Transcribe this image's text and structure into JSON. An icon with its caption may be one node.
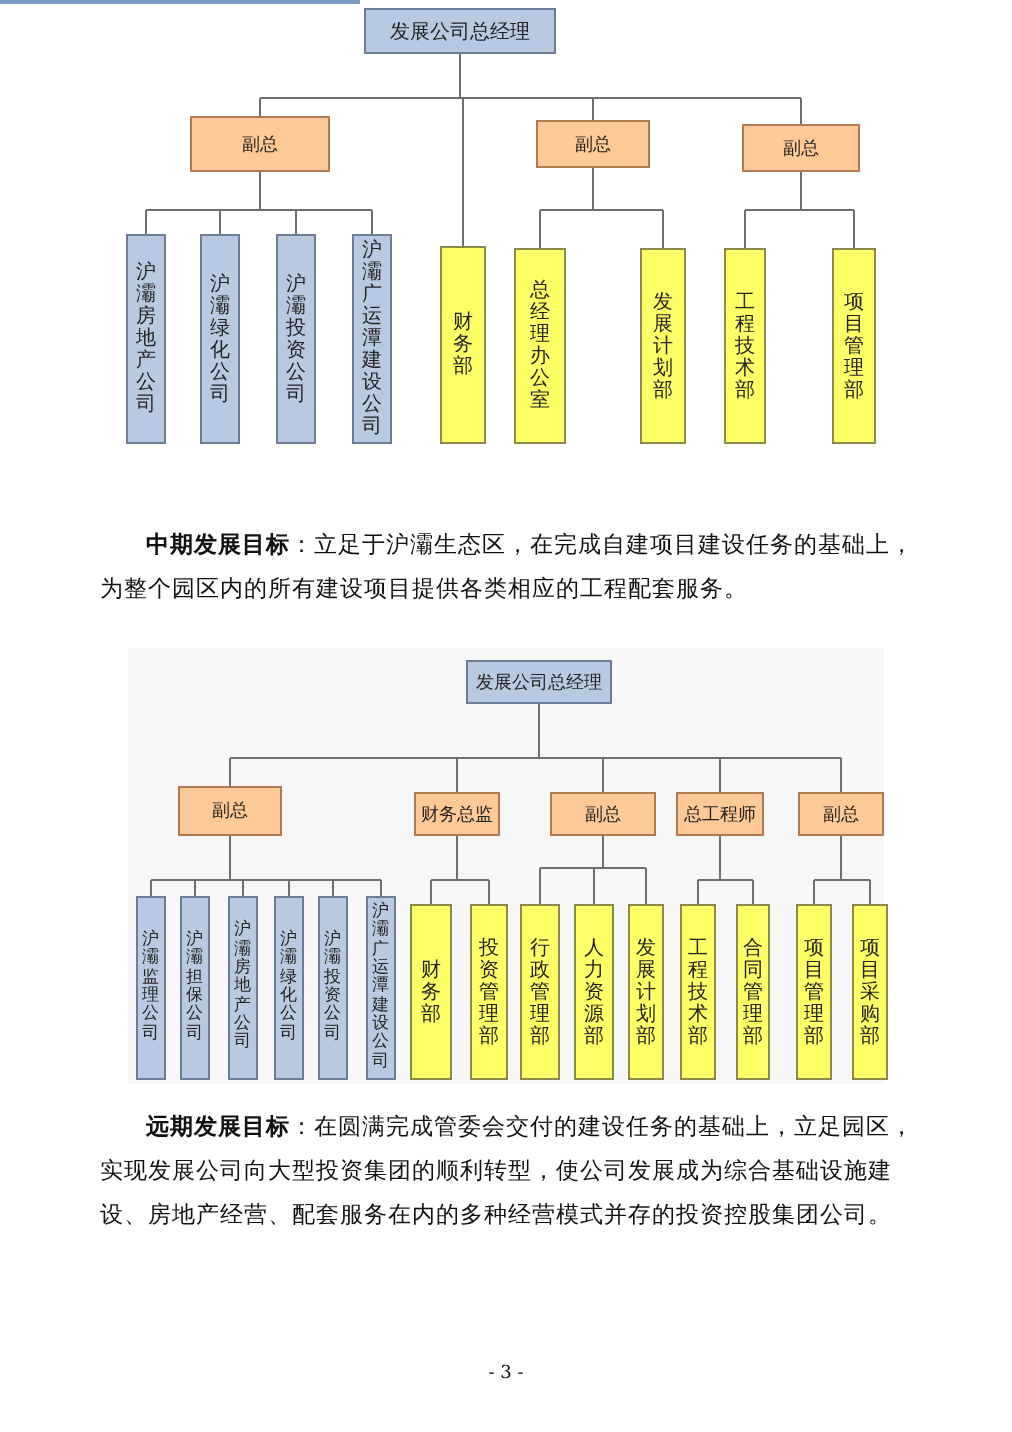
{
  "diagram": {
    "nodes": [
      {
        "text": [
          "发展公司总经理"
        ]
      },
      {
        "text": [
          "副总"
        ]
      },
      {
        "text": [
          "副总"
        ]
      },
      {
        "text": [
          "副总"
        ]
      },
      {
        "text": [
          "沪灞房地产公司"
        ]
      },
      {
        "text": [
          "沪灞绿化公司"
        ]
      },
      {
        "text": [
          "沪灞投资公司"
        ]
      },
      {
        "text": [
          "沪灞广运潭建设公司"
        ]
      },
      {
        "text": [
          "财务部"
        ]
      },
      {
        "text": [
          "总经理办公室"
        ]
      },
      {
        "text": [
          "发展计划部"
        ]
      },
      {
        "text": [
          "工程技术部"
        ]
      },
      {
        "text": [
          "项目管理部"
        ]
      },
      {
        "text": [
          "发展公司总经理"
        ]
      },
      {
        "text": [
          "副总"
        ]
      },
      {
        "text": [
          "财务总监"
        ]
      },
      {
        "text": [
          "副总"
        ]
      },
      {
        "text": [
          "总工程师"
        ]
      },
      {
        "text": [
          "副总"
        ]
      },
      {
        "text": [
          "沪灞监理公司"
        ]
      },
      {
        "text": [
          "沪灞担保公司"
        ]
      },
      {
        "text": [
          "沪灞房地产公司"
        ]
      },
      {
        "text": [
          "沪灞绿化公司"
        ]
      },
      {
        "text": [
          "沪灞投资公司"
        ]
      },
      {
        "text": [
          "沪灞广运潭建设公司"
        ]
      },
      {
        "text": [
          "财务部"
        ]
      },
      {
        "text": [
          "投资管理部"
        ]
      },
      {
        "text": [
          "行政管理部"
        ]
      },
      {
        "text": [
          "人力资源部"
        ]
      },
      {
        "text": [
          "发展计划部"
        ]
      },
      {
        "text": [
          "工程技术部"
        ]
      },
      {
        "text": [
          "合同管理部"
        ]
      },
      {
        "text": [
          "项目管理部"
        ]
      },
      {
        "text": [
          "项目采购部"
        ]
      }
    ],
    "edges": [
      {
        "from": 0,
        "to": 1,
        "arrow": "none"
      },
      {
        "from": 0,
        "to": 2,
        "arrow": "none"
      },
      {
        "from": 0,
        "to": 3,
        "arrow": "none"
      },
      {
        "from": 0,
        "to": 8,
        "arrow": "none"
      },
      {
        "from": 1,
        "to": 4,
        "arrow": "none"
      },
      {
        "from": 1,
        "to": 5,
        "arrow": "none"
      },
      {
        "from": 1,
        "to": 6,
        "arrow": "none"
      },
      {
        "from": 1,
        "to": 7,
        "arrow": "none"
      },
      {
        "from": 2,
        "to": 9,
        "arrow": "none"
      },
      {
        "from": 2,
        "to": 10,
        "arrow": "none"
      },
      {
        "from": 3,
        "to": 11,
        "arrow": "none"
      },
      {
        "from": 3,
        "to": 12,
        "arrow": "none"
      },
      {
        "from": 13,
        "to": 14,
        "arrow": "none"
      },
      {
        "from": 13,
        "to": 15,
        "arrow": "none"
      },
      {
        "from": 13,
        "to": 16,
        "arrow": "none"
      },
      {
        "from": 13,
        "to": 17,
        "arrow": "none"
      },
      {
        "from": 13,
        "to": 18,
        "arrow": "none"
      },
      {
        "from": 14,
        "to": 19,
        "arrow": "none"
      },
      {
        "from": 14,
        "to": 20,
        "arrow": "none"
      },
      {
        "from": 14,
        "to": 21,
        "arrow": "none"
      },
      {
        "from": 14,
        "to": 22,
        "arrow": "none"
      },
      {
        "from": 14,
        "to": 23,
        "arrow": "none"
      },
      {
        "from": 14,
        "to": 24,
        "arrow": "none"
      },
      {
        "from": 15,
        "to": 25,
        "arrow": "none"
      },
      {
        "from": 15,
        "to": 26,
        "arrow": "none"
      },
      {
        "from": 16,
        "to": 27,
        "arrow": "none"
      },
      {
        "from": 16,
        "to": 28,
        "arrow": "none"
      },
      {
        "from": 16,
        "to": 29,
        "arrow": "none"
      },
      {
        "from": 17,
        "to": 30,
        "arrow": "none"
      },
      {
        "from": 17,
        "to": 31,
        "arrow": "none"
      },
      {
        "from": 18,
        "to": 32,
        "arrow": "none"
      },
      {
        "from": 18,
        "to": 33,
        "arrow": "none"
      }
    ],
    "labels": [
      "**中期发展目标**：立足于沪灞生态区，在完成自建项目建设任务的基础上，为整个园区内的所有建设项目提供各类相应的工程配套服务。",
      "**远期发展目标**：在圆满完成管委会交付的建设任务的基础上，立足园区，实现发展公司向大型投资集团的顺利转型，使公司发展成为综合基础设施建设、房地产经营、配套服务在内的多种经营模式并存的投资控股集团公司。",
      "- 3 -"
    ]
  }
}
